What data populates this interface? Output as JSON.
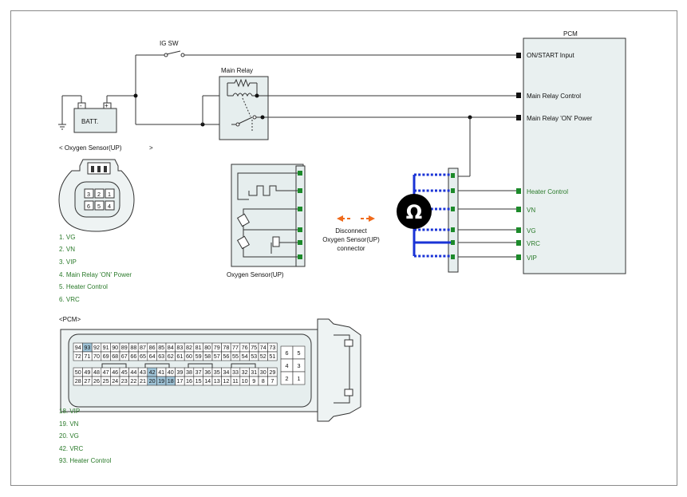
{
  "diagram": {
    "pcm_title": "PCM",
    "pcm_pins": [
      "ON/START Input",
      "Main Relay Control",
      "Main Relay 'ON' Power",
      "Heater Control",
      "VN",
      "VG",
      "VRC",
      "VIP"
    ],
    "ig_sw": "IG SW",
    "main_relay": "Main Relay",
    "battery": "BATT.",
    "battery_minus": "-",
    "battery_plus": "+",
    "sensor_box_label": "Oxygen Sensor(UP)",
    "disconnect_note": [
      "Disconnect",
      "Oxygen Sensor(UP)",
      "connector"
    ],
    "ohm_symbol": "Ω"
  },
  "sensor_connector": {
    "title": "< Oxygen Sensor(UP)",
    "title_end": ">",
    "pins_top": [
      "3",
      "2",
      "1"
    ],
    "pins_bottom": [
      "6",
      "5",
      "4"
    ],
    "legend": [
      "1. VG",
      "2. VN",
      "3. VIP",
      "4. Main Relay 'ON' Power",
      "5. Heater Control",
      "6. VRC"
    ]
  },
  "pcm_connector": {
    "title": "<PCM>",
    "rows": [
      [
        "94",
        "93",
        "92",
        "91",
        "90",
        "89",
        "88",
        "87",
        "86",
        "85",
        "84",
        "83",
        "82",
        "81",
        "80",
        "79",
        "78",
        "77",
        "76",
        "75",
        "74",
        "73"
      ],
      [
        "72",
        "71",
        "70",
        "69",
        "68",
        "67",
        "66",
        "65",
        "64",
        "63",
        "62",
        "61",
        "60",
        "59",
        "58",
        "57",
        "56",
        "55",
        "54",
        "53",
        "52",
        "51"
      ],
      [
        "50",
        "49",
        "48",
        "47",
        "46",
        "45",
        "44",
        "43",
        "42",
        "41",
        "40",
        "39",
        "38",
        "37",
        "36",
        "35",
        "34",
        "33",
        "32",
        "31",
        "30",
        "29"
      ],
      [
        "28",
        "27",
        "26",
        "25",
        "24",
        "23",
        "22",
        "21",
        "20",
        "19",
        "18",
        "17",
        "16",
        "15",
        "14",
        "13",
        "12",
        "11",
        "10",
        "9",
        "8",
        "7"
      ]
    ],
    "highlight": [
      "93",
      "42",
      "20",
      "19",
      "18"
    ],
    "small_block": [
      [
        "6",
        "5"
      ],
      [
        "4",
        "3"
      ],
      [
        "2",
        "1"
      ]
    ],
    "legend": [
      "18. VIP",
      "19. VN",
      "20. VG",
      "42. VRC",
      "93. Heater Control"
    ]
  },
  "colors": {
    "green_text": "#2a7a2a",
    "meter_wire": "#1a33d6",
    "arrow": "#f06a1a",
    "highlight_pin": "#9fc4d8"
  }
}
